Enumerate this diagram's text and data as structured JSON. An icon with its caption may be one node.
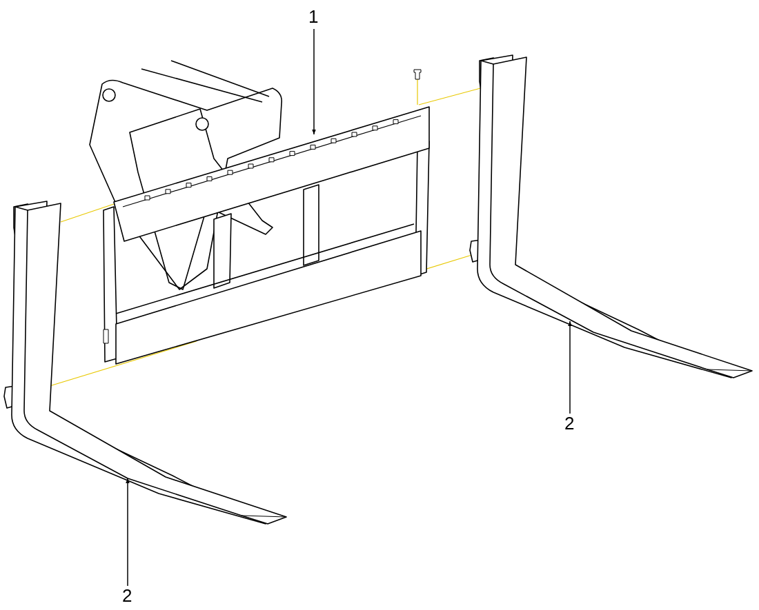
{
  "diagram": {
    "nodes": [
      {
        "text": [
          "1"
        ]
      },
      {
        "text": [],
        "shape": "picture"
      },
      {
        "text": [],
        "shape": "picture"
      },
      {
        "text": [],
        "shape": "picture"
      },
      {
        "text": [
          "2"
        ]
      },
      {
        "text": [
          "2"
        ]
      }
    ],
    "edges": [
      {
        "from": 0,
        "to": 1,
        "arrow": "to"
      },
      {
        "from": 4,
        "to": 3,
        "arrow": "to"
      },
      {
        "from": 5,
        "to": 2,
        "arrow": "to"
      }
    ]
  }
}
